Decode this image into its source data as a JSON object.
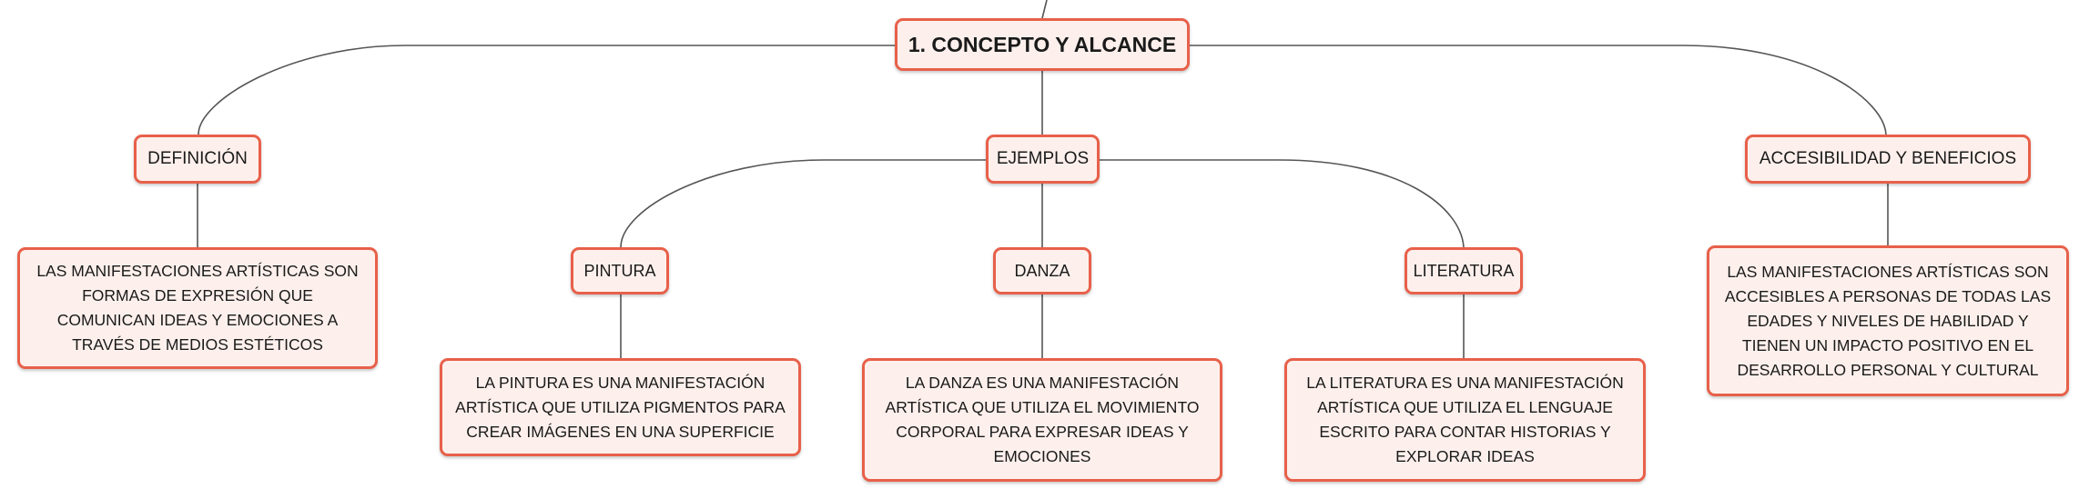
{
  "map": {
    "root": "1. CONCEPTO Y ALCANCE",
    "definicion": {
      "title": "DEFINICIÓN",
      "text": "LAS MANIFESTACIONES ARTÍSTICAS SON FORMAS DE EXPRESIÓN QUE COMUNICAN IDEAS Y EMOCIONES A TRAVÉS DE MEDIOS ESTÉTICOS"
    },
    "ejemplos": {
      "title": "EJEMPLOS",
      "pintura": {
        "title": "PINTURA",
        "text": "LA PINTURA ES UNA MANIFESTACIÓN ARTÍSTICA QUE UTILIZA PIGMENTOS PARA CREAR IMÁGENES EN UNA SUPERFICIE"
      },
      "danza": {
        "title": "DANZA",
        "text": "LA DANZA ES UNA MANIFESTACIÓN ARTÍSTICA QUE UTILIZA EL MOVIMIENTO CORPORAL PARA EXPRESAR IDEAS Y EMOCIONES"
      },
      "literatura": {
        "title": "LITERATURA",
        "text": "LA LITERATURA ES UNA MANIFESTACIÓN ARTÍSTICA QUE UTILIZA EL LENGUAJE ESCRITO PARA CONTAR HISTORIAS Y EXPLORAR IDEAS"
      }
    },
    "accesibilidad": {
      "title": "ACCESIBILIDAD Y BENEFICIOS",
      "text": "LAS MANIFESTACIONES ARTÍSTICAS SON ACCESIBLES A PERSONAS DE TODAS LAS EDADES Y NIVELES DE HABILIDAD Y TIENEN UN IMPACTO POSITIVO EN EL DESARROLLO PERSONAL Y CULTURAL"
    }
  },
  "colors": {
    "node_border": "#e8604a",
    "node_fill": "#fdf0ec",
    "connector": "#555555"
  }
}
